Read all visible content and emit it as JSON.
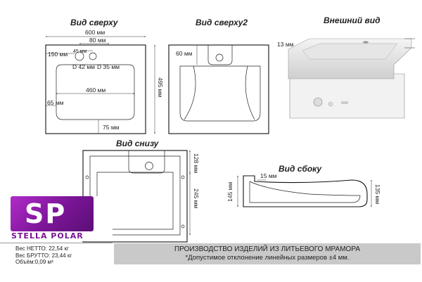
{
  "views": {
    "top": "Вид сверху",
    "top2": "Вид сверху2",
    "exterior": "Внешний вид",
    "bottom": "Вид снизу",
    "side": "Вид сбоку"
  },
  "dimensions": {
    "top": {
      "width_600": "600 мм",
      "d_80": "80 мм",
      "d_45": "45 мм",
      "d_150": "150 мм",
      "hole_d42": "D 42 мм",
      "hole_d35": "D 35 мм",
      "d_460": "460 мм",
      "d_65": "65 мм",
      "d_75": "75 мм",
      "d_495": "495 мм"
    },
    "top2": {
      "d_60": "60 мм"
    },
    "exterior": {
      "d_13": "13 мм"
    },
    "bottom": {
      "d_128": "128 мм",
      "d_245": "245 мм"
    },
    "side": {
      "d_15": "15 мм",
      "d_145": "145 мм",
      "d_135": "135 мм"
    }
  },
  "brand": {
    "mark": "SP",
    "name": "STELLA POLAR"
  },
  "specs": [
    "Вес НЕТТО: 22,54 кг",
    "Вес БРУТТО: 23,44 кг",
    "Объём:0,09 м³"
  ],
  "banner": {
    "line1": "ПРОИЗВОДСТВО ИЗДЕЛИЙ ИЗ ЛИТЬЕВОГО МРАМОРА",
    "line2": "*Допустимое отклонение линейных размеров ±4 мм."
  }
}
